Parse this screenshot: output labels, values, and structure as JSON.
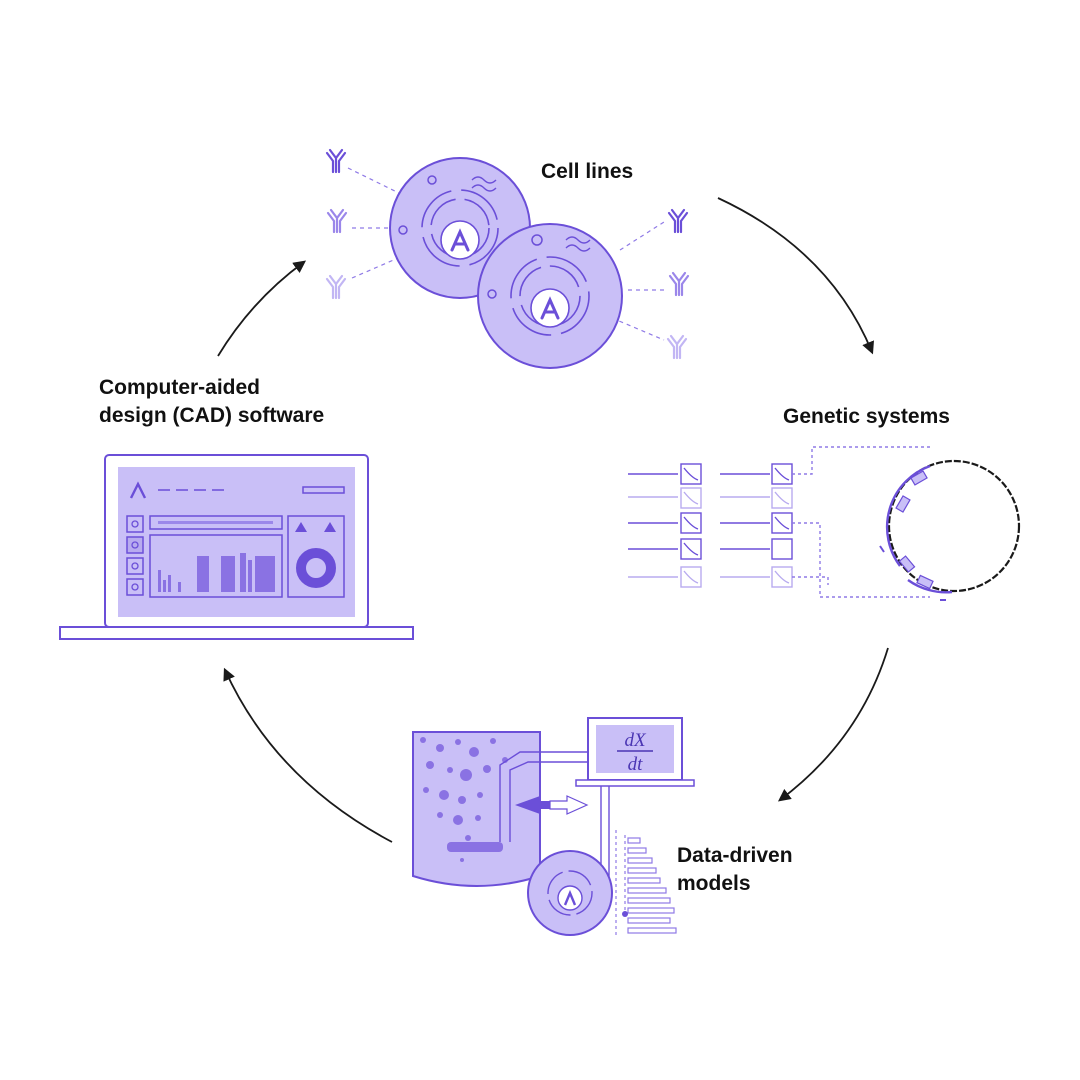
{
  "labels": {
    "cell_lines": "Cell lines",
    "genetic_systems": "Genetic systems",
    "data_driven": [
      "Data-driven",
      "models"
    ],
    "cad": [
      "Computer-aided",
      "design (CAD) software"
    ]
  },
  "equation": {
    "numerator": "dX",
    "denominator": "dt"
  },
  "colors": {
    "primary": "#6b4fd8",
    "fill": "#c9bff7",
    "light": "#e4dffc",
    "pale": "#b8abef",
    "arrow": "#1a1a1a",
    "text": "#111111",
    "background": "#ffffff"
  },
  "icons": [
    "antibody-icon",
    "cell-icon",
    "brand-logo-icon",
    "laptop-icon",
    "bioreactor-icon",
    "plasmid-icon",
    "genetic-circuit-icon",
    "cycle-arrow-icon"
  ]
}
